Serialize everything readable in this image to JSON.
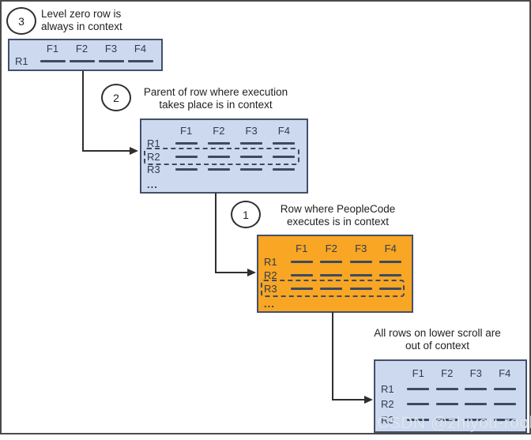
{
  "watermark": "CSDN @zhiyou-rookie",
  "colors": {
    "blue_fill": "#ccd9ef",
    "orange_fill": "#f8a624",
    "table_border": "#44506a",
    "connector": "#2f2f2f"
  },
  "steps": [
    {
      "badge": "3",
      "caption_line1": "Level zero row is",
      "caption_line2": "always in context",
      "table": {
        "headers": [
          "F1",
          "F2",
          "F3",
          "F4"
        ],
        "rows": [
          {
            "label": "R1"
          }
        ]
      }
    },
    {
      "badge": "2",
      "caption_line1": "Parent of row where execution",
      "caption_line2": "takes place is in context",
      "table": {
        "headers": [
          "F1",
          "F2",
          "F3",
          "F4"
        ],
        "rows": [
          {
            "label": "R1"
          },
          {
            "label": "R2"
          },
          {
            "label": "R3"
          }
        ],
        "highlighted_row": "R2",
        "ellipsis": "..."
      }
    },
    {
      "badge": "1",
      "caption_line1": "Row where PeopleCode",
      "caption_line2": "executes is in context",
      "table": {
        "headers": [
          "F1",
          "F2",
          "F3",
          "F4"
        ],
        "rows": [
          {
            "label": "R1"
          },
          {
            "label": "R2"
          },
          {
            "label": "R3"
          }
        ],
        "highlighted_row": "R3",
        "ellipsis": "..."
      }
    },
    {
      "badge": "",
      "caption_line1": "All rows on lower scroll are",
      "caption_line2": "out of context",
      "table": {
        "headers": [
          "F1",
          "F2",
          "F3",
          "F4"
        ],
        "rows": [
          {
            "label": "R1"
          },
          {
            "label": "R2"
          },
          {
            "label": "R3"
          }
        ]
      }
    }
  ]
}
